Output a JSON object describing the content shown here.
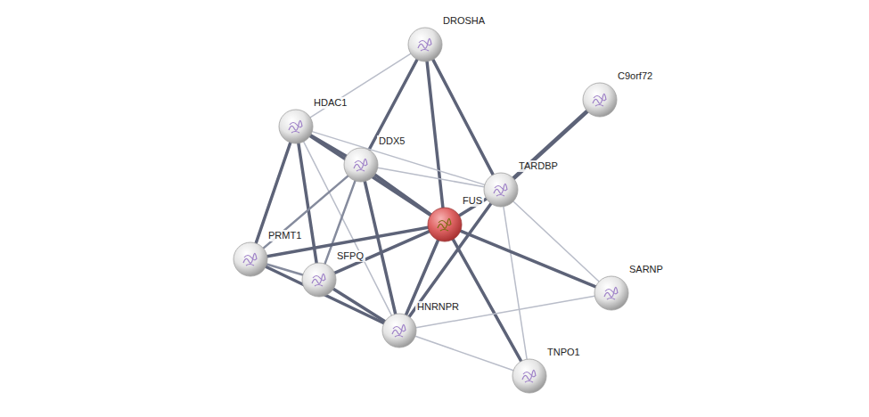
{
  "diagram": {
    "nodes": [
      {
        "text": [
          "DROSHA"
        ]
      },
      {
        "text": [
          "C9orf72"
        ]
      },
      {
        "text": [
          "HDAC1"
        ]
      },
      {
        "text": [
          "DDX5"
        ]
      },
      {
        "text": [
          "TARDBP"
        ]
      },
      {
        "text": [
          "FUS"
        ]
      },
      {
        "text": [
          "PRMT1"
        ]
      },
      {
        "text": [
          "SFPQ"
        ]
      },
      {
        "text": [
          "SARNP"
        ]
      },
      {
        "text": [
          "HNRNPR"
        ]
      },
      {
        "text": [
          "TNPO1"
        ]
      }
    ],
    "edges": [
      {
        "from": 0,
        "to": 2,
        "arrow": "none"
      },
      {
        "from": 0,
        "to": 3,
        "arrow": "none"
      },
      {
        "from": 0,
        "to": 5,
        "arrow": "none"
      },
      {
        "from": 0,
        "to": 4,
        "arrow": "none"
      },
      {
        "from": 1,
        "to": 4,
        "arrow": "none"
      },
      {
        "from": 2,
        "to": 3,
        "arrow": "none"
      },
      {
        "from": 2,
        "to": 5,
        "arrow": "none"
      },
      {
        "from": 2,
        "to": 4,
        "arrow": "none"
      },
      {
        "from": 2,
        "to": 6,
        "arrow": "none"
      },
      {
        "from": 2,
        "to": 7,
        "arrow": "none"
      },
      {
        "from": 2,
        "to": 9,
        "arrow": "none"
      },
      {
        "from": 3,
        "to": 5,
        "arrow": "none"
      },
      {
        "from": 3,
        "to": 4,
        "arrow": "none"
      },
      {
        "from": 3,
        "to": 6,
        "arrow": "none"
      },
      {
        "from": 3,
        "to": 7,
        "arrow": "none"
      },
      {
        "from": 3,
        "to": 9,
        "arrow": "none"
      },
      {
        "from": 4,
        "to": 5,
        "arrow": "none"
      },
      {
        "from": 4,
        "to": 9,
        "arrow": "none"
      },
      {
        "from": 4,
        "to": 8,
        "arrow": "none"
      },
      {
        "from": 4,
        "to": 10,
        "arrow": "none"
      },
      {
        "from": 5,
        "to": 6,
        "arrow": "none"
      },
      {
        "from": 5,
        "to": 7,
        "arrow": "none"
      },
      {
        "from": 5,
        "to": 9,
        "arrow": "none"
      },
      {
        "from": 5,
        "to": 8,
        "arrow": "none"
      },
      {
        "from": 5,
        "to": 10,
        "arrow": "none"
      },
      {
        "from": 6,
        "to": 7,
        "arrow": "none"
      },
      {
        "from": 6,
        "to": 9,
        "arrow": "none"
      },
      {
        "from": 7,
        "to": 9,
        "arrow": "none"
      },
      {
        "from": 9,
        "to": 8,
        "arrow": "none"
      },
      {
        "from": 9,
        "to": 10,
        "arrow": "none"
      }
    ]
  }
}
